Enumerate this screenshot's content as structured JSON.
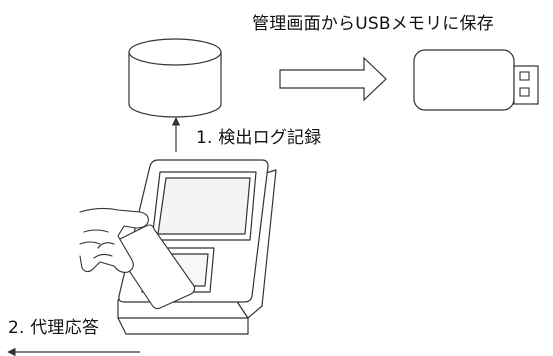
{
  "labels": {
    "save_usb": "管理画面からUSBメモリに保存",
    "log_record": "1. 検出ログ記録",
    "proxy_response": "2. 代理応答"
  },
  "icons": {
    "database": "database-cylinder-icon",
    "usb_memory": "usb-memory-icon",
    "kiosk_device": "card-reader-kiosk-icon",
    "hand_with_card": "hand-holding-card-icon"
  },
  "colors": {
    "stroke": "#333333",
    "text": "#111111",
    "fill": "#ffffff"
  }
}
